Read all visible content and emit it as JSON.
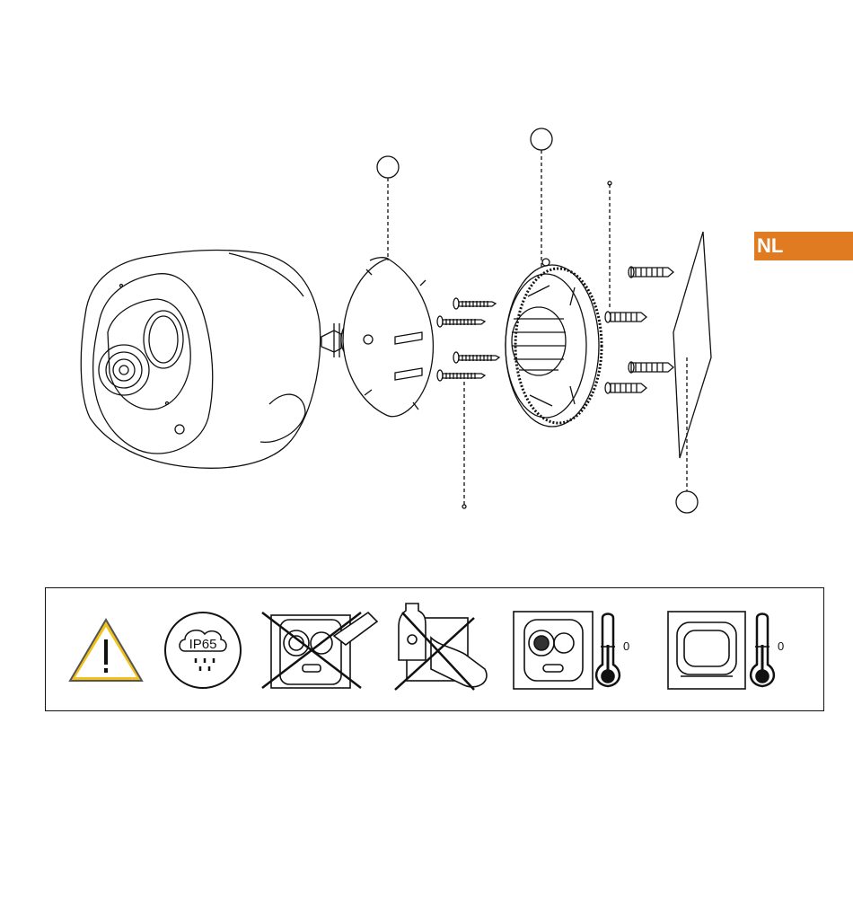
{
  "language_tab": {
    "label": "NL",
    "color": "#e07b22"
  },
  "notice_panel": {
    "icons": [
      {
        "name": "warning-triangle-icon"
      },
      {
        "name": "ip65-rain-icon",
        "label": "IP65"
      },
      {
        "name": "no-disassemble-icon"
      },
      {
        "name": "no-chemical-cleaning-icon"
      },
      {
        "name": "camera-temperature-icon",
        "value": "0"
      },
      {
        "name": "base-temperature-icon",
        "value": "0"
      }
    ]
  }
}
